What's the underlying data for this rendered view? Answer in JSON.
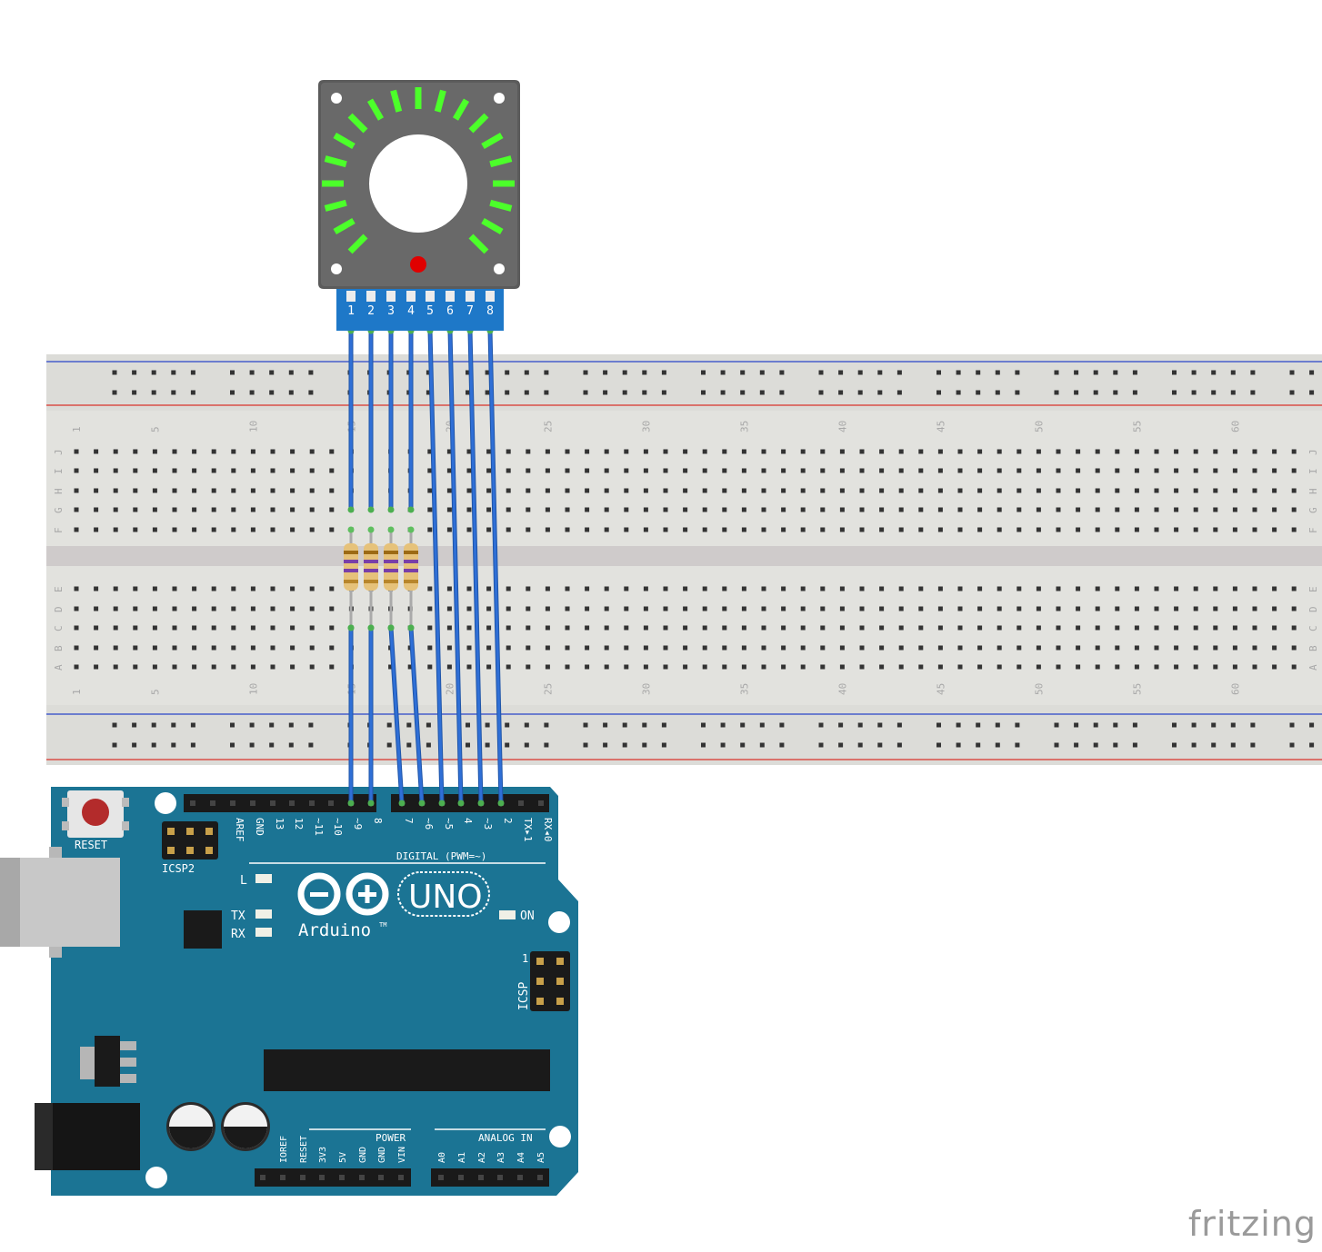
{
  "diagram": {
    "encoder_module": {
      "pin_labels": [
        "1",
        "2",
        "3",
        "4",
        "5",
        "6",
        "7",
        "8"
      ],
      "led_color": "#4cff2a",
      "indicator_color": "#e00000"
    },
    "breadboard": {
      "column_numbers": [
        "1",
        "5",
        "10",
        "15",
        "20",
        "25",
        "30",
        "35",
        "40",
        "45",
        "50",
        "55",
        "60"
      ],
      "row_letters_top": [
        "J",
        "I",
        "H",
        "G",
        "F"
      ],
      "row_letters_bottom": [
        "E",
        "D",
        "C",
        "B",
        "A"
      ]
    },
    "arduino": {
      "brand": "Arduino",
      "tm": "TM",
      "model": "UNO",
      "reset_label": "RESET",
      "icsp2_label": "ICSP2",
      "icsp_label": "ICSP",
      "icsp_pin1": "1",
      "led_labels": [
        "L",
        "TX",
        "RX"
      ],
      "on_label": "ON",
      "digital_header_label": "DIGITAL (PWM=~)",
      "digital_pins": [
        "AREF",
        "GND",
        "13",
        "12",
        "~11",
        "~10",
        "~9",
        "8",
        "7",
        "~6",
        "~5",
        "4",
        "~3",
        "2",
        "TX▸1",
        "RX◂0"
      ],
      "power_header_label": "POWER",
      "power_pins": [
        "IOREF",
        "RESET",
        "3V3",
        "5V",
        "GND",
        "GND",
        "VIN"
      ],
      "analog_header_label": "ANALOG IN",
      "analog_pins": [
        "A0",
        "A1",
        "A2",
        "A3",
        "A4",
        "A5"
      ]
    },
    "watermark": "fritzing",
    "colors": {
      "board_blue": "#1b7494",
      "wire_blue": "#2f6fd6",
      "breadboard": "#dadad5",
      "rail_red": "#d8332a",
      "rail_blue": "#2a44c8"
    }
  }
}
